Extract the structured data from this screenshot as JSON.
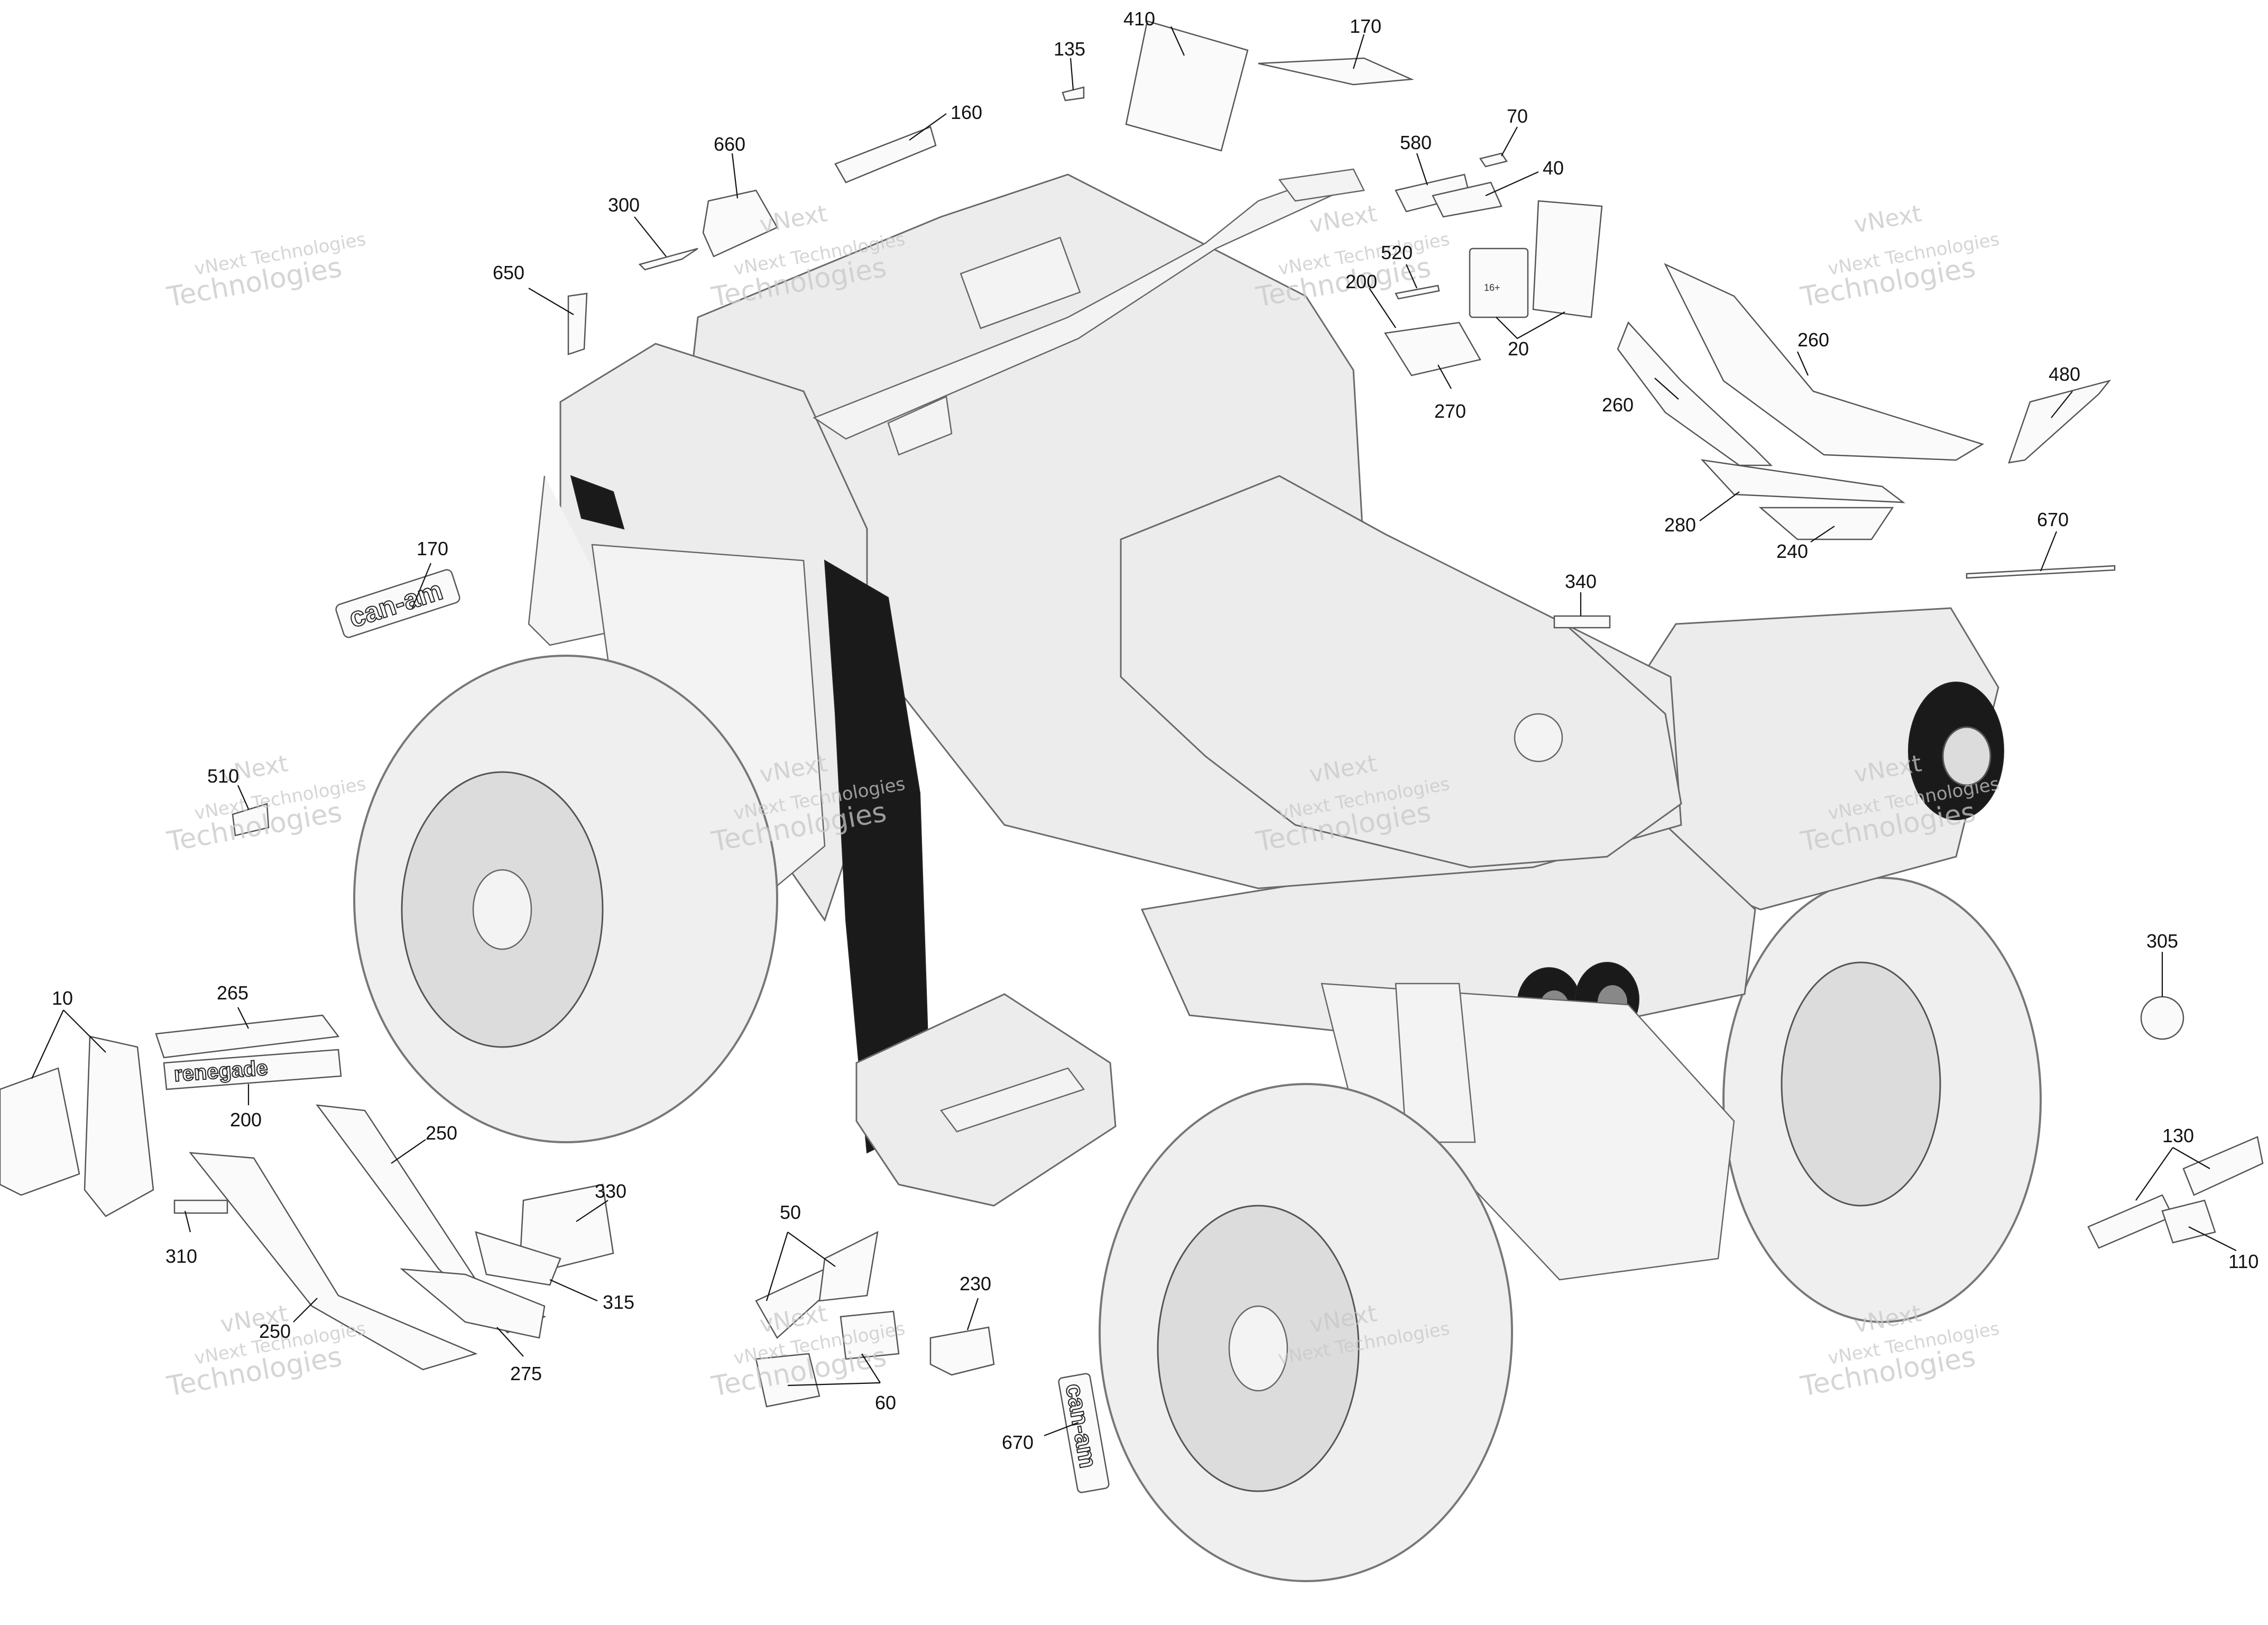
{
  "watermark": {
    "lines": [
      "vNext Technologies",
      "vNext",
      "Technologies"
    ],
    "color": "#c8c8c8"
  },
  "decal_logo": {
    "brand": "can-am",
    "model": "renegade",
    "age": "16+"
  },
  "callouts": [
    {
      "id": "c410",
      "label": "410"
    },
    {
      "id": "c170a",
      "label": "170"
    },
    {
      "id": "c135",
      "label": "135"
    },
    {
      "id": "c160",
      "label": "160"
    },
    {
      "id": "c660",
      "label": "660"
    },
    {
      "id": "c580",
      "label": "580"
    },
    {
      "id": "c70",
      "label": "70"
    },
    {
      "id": "c40",
      "label": "40"
    },
    {
      "id": "c300",
      "label": "300"
    },
    {
      "id": "c520",
      "label": "520"
    },
    {
      "id": "c200a",
      "label": "200"
    },
    {
      "id": "c650",
      "label": "650"
    },
    {
      "id": "c20",
      "label": "20"
    },
    {
      "id": "c270",
      "label": "270"
    },
    {
      "id": "c260a",
      "label": "260"
    },
    {
      "id": "c260b",
      "label": "260"
    },
    {
      "id": "c480",
      "label": "480"
    },
    {
      "id": "c280",
      "label": "280"
    },
    {
      "id": "c240",
      "label": "240"
    },
    {
      "id": "c670a",
      "label": "670"
    },
    {
      "id": "c170b",
      "label": "170"
    },
    {
      "id": "c340",
      "label": "340"
    },
    {
      "id": "c510",
      "label": "510"
    },
    {
      "id": "c265",
      "label": "265"
    },
    {
      "id": "c10",
      "label": "10"
    },
    {
      "id": "c200b",
      "label": "200"
    },
    {
      "id": "c305",
      "label": "305"
    },
    {
      "id": "c250a",
      "label": "250"
    },
    {
      "id": "c330",
      "label": "330"
    },
    {
      "id": "c310",
      "label": "310"
    },
    {
      "id": "c315",
      "label": "315"
    },
    {
      "id": "c50",
      "label": "50"
    },
    {
      "id": "c230",
      "label": "230"
    },
    {
      "id": "c130",
      "label": "130"
    },
    {
      "id": "c110",
      "label": "110"
    },
    {
      "id": "c250b",
      "label": "250"
    },
    {
      "id": "c275",
      "label": "275"
    },
    {
      "id": "c60",
      "label": "60"
    },
    {
      "id": "c670b",
      "label": "670"
    }
  ]
}
